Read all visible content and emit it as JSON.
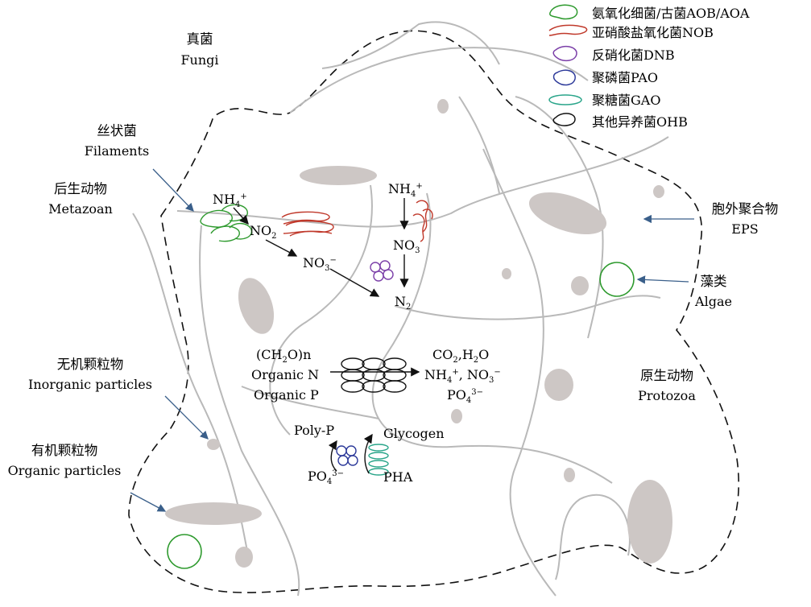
{
  "legend": {
    "items": [
      {
        "key": "aob",
        "text": "氨氧化细菌/古菌AOB/AOA",
        "color": "#2e9a2e"
      },
      {
        "key": "nob",
        "text": "亚硝酸盐氧化菌NOB",
        "color": "#c0392b"
      },
      {
        "key": "dnb",
        "text": "反硝化菌DNB",
        "color": "#7b3fa8"
      },
      {
        "key": "pao",
        "text": "聚磷菌PAO",
        "color": "#2d3a9a"
      },
      {
        "key": "gao",
        "text": "聚糖菌GAO",
        "color": "#2aa58a"
      },
      {
        "key": "ohb",
        "text": "其他异养菌OHB",
        "color": "#111111"
      }
    ]
  },
  "labels": {
    "fungi_cn": "真菌",
    "fungi_en": "Fungi",
    "filaments_cn": "丝状菌",
    "filaments_en": "Filaments",
    "metazoan_cn": "后生动物",
    "metazoan_en": "Metazoan",
    "eps_cn": "胞外聚合物",
    "eps_en": "EPS",
    "algae_cn": "藻类",
    "algae_en": "Algae",
    "protozoa_cn": "原生动物",
    "protozoa_en": "Protozoa",
    "inorganic_cn": "无机颗粒物",
    "inorganic_en": "Inorganic particles",
    "organic_cn": "有机颗粒物",
    "organic_en": "Organic particles"
  },
  "chemistry": {
    "nh4_left": "NH",
    "nh4_left_sub": "4",
    "nh4_left_sup": "+",
    "no2": "NO",
    "no2_sub": "2",
    "no3_left": "NO",
    "no3_left_sub": "3",
    "no3_left_sup": "−",
    "nh4_right": "NH",
    "nh4_right_sub": "4",
    "nh4_right_sup": "+",
    "no3_right": "NO",
    "no3_right_sub": "3",
    "n2": "N",
    "n2_sub": "2",
    "ch2o": "(CH",
    "ch2o_sub": "2",
    "ch2o_tail": "O)n",
    "organic_n": "Organic N",
    "organic_p": "Organic P",
    "co2": "CO",
    "co2_sub": "2",
    "co2_mid": ",H",
    "co2_sub2": "2",
    "co2_tail": "O",
    "prod_nh4": "NH",
    "prod_nh4_sub": "4",
    "prod_nh4_sup": "+",
    "prod_no3": ", NO",
    "prod_no3_sub": "3",
    "prod_no3_sup": "−",
    "po4_top": "PO",
    "po4_top_sub": "4",
    "po4_top_sup": "3−",
    "polyp": "Poly-P",
    "glycogen": "Glycogen",
    "po4_bot": "PO",
    "po4_bot_sub": "4",
    "po4_bot_sup": "3−",
    "pha": "PHA"
  }
}
